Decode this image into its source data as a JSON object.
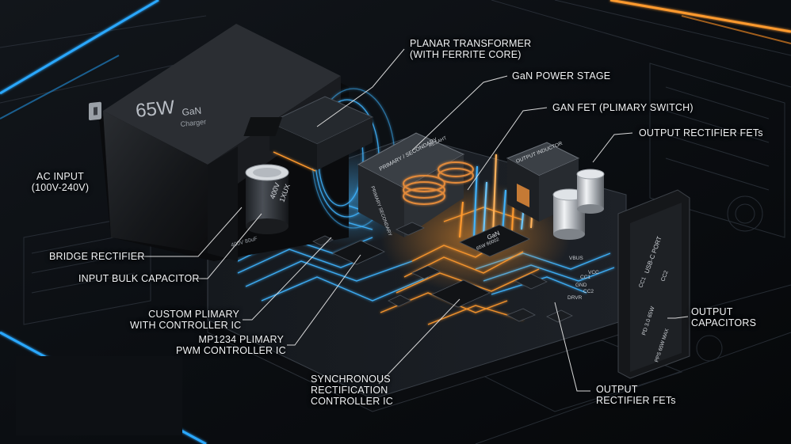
{
  "charger": {
    "brand_power": "65W",
    "brand_line1": "GaN",
    "brand_line2": "Charger"
  },
  "component_marks": {
    "transformer_top": "PRIMARY / SECONDARY",
    "transformer_side": "PRIMARY SECONDARY",
    "transformer_tag": "RESAHT",
    "output_inductor": "OUTPUT INDUCTOR",
    "bulk_cap_line1": "400V",
    "bulk_cap_line2": "1XUX",
    "bulk_cap_rating": "400V 80uF",
    "gan_chip_line1": "GaN",
    "gan_chip_line2": "65W 80002",
    "vbus": "VBUS",
    "pcb_vcc": "VCC",
    "pcb_cc1": "CC1",
    "pcb_gnd": "GND",
    "pcb_cc2": "CC2",
    "pcb_drvr": "DRVR",
    "port_label": "USB-C PORT",
    "port_cc1": "CC1",
    "port_cc2": "CC2",
    "port_pd": "PD 3.0 65W",
    "port_pps": "PPS 65W MAX"
  },
  "labels": {
    "planar_transformer": [
      "PLANAR TRANSFORMER",
      "(WITH FERRITE CORE)"
    ],
    "gan_power_stage": [
      "GaN POWER STAGE"
    ],
    "gan_fet": [
      "GAN FET (PLIMARY SWITCH)"
    ],
    "output_rectifier_top": [
      "OUTPUT RECTIFIER FETs"
    ],
    "ac_input": [
      "AC INPUT",
      "(100V-240V)"
    ],
    "bridge_rectifier": [
      "BRIDGE RECTIFIER"
    ],
    "input_bulk_capacitor": [
      "INPUT BULK CAPACITOR"
    ],
    "custom_primary": [
      "CUSTOM PLIMARY",
      "WITH CONTROLLER IC"
    ],
    "mp1234": [
      "MP1234 PLIMARY",
      "PWM CONTROLLER IC"
    ],
    "sync_rect": [
      "SYNCHRONOUS",
      "RECTIFICATION",
      "CONTROLLER IC"
    ],
    "output_rectifier_bottom": [
      "OUTPUT",
      "RECTIFIER FETs"
    ],
    "output_capacitors": [
      "OUTPUT",
      "CAPACITORS"
    ]
  },
  "colors": {
    "background": "#07090c",
    "glow_blue": "#3fb4ff",
    "glow_orange": "#ff9a2e",
    "label_text": "#f2f4f6",
    "leader_line": "#e8e8e8"
  }
}
